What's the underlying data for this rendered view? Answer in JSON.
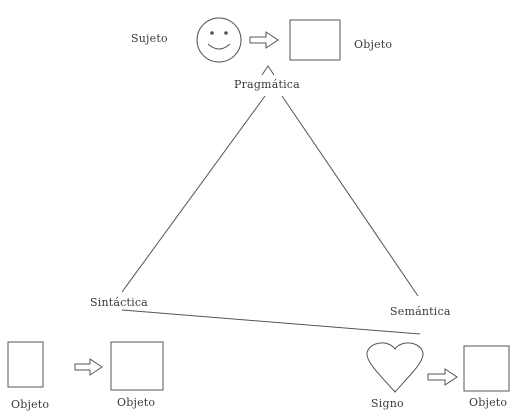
{
  "top": {
    "subject_label": "Sujeto",
    "object_label": "Objeto",
    "vertex_label": "Pragmática"
  },
  "left": {
    "vertex_label": "Sintáctica",
    "object1_label": "Objeto",
    "object2_label": "Objeto"
  },
  "right": {
    "vertex_label": "Semántica",
    "sign_label": "Signo",
    "object_label": "Objeto"
  },
  "icons": {
    "subject": "smiley-face-icon",
    "sign": "heart-icon",
    "object": "square-icon",
    "relation": "hollow-right-arrow-icon",
    "pointer": "caret-up-icon"
  },
  "colors": {
    "stroke": "#555555",
    "text": "#3a3a3a"
  }
}
